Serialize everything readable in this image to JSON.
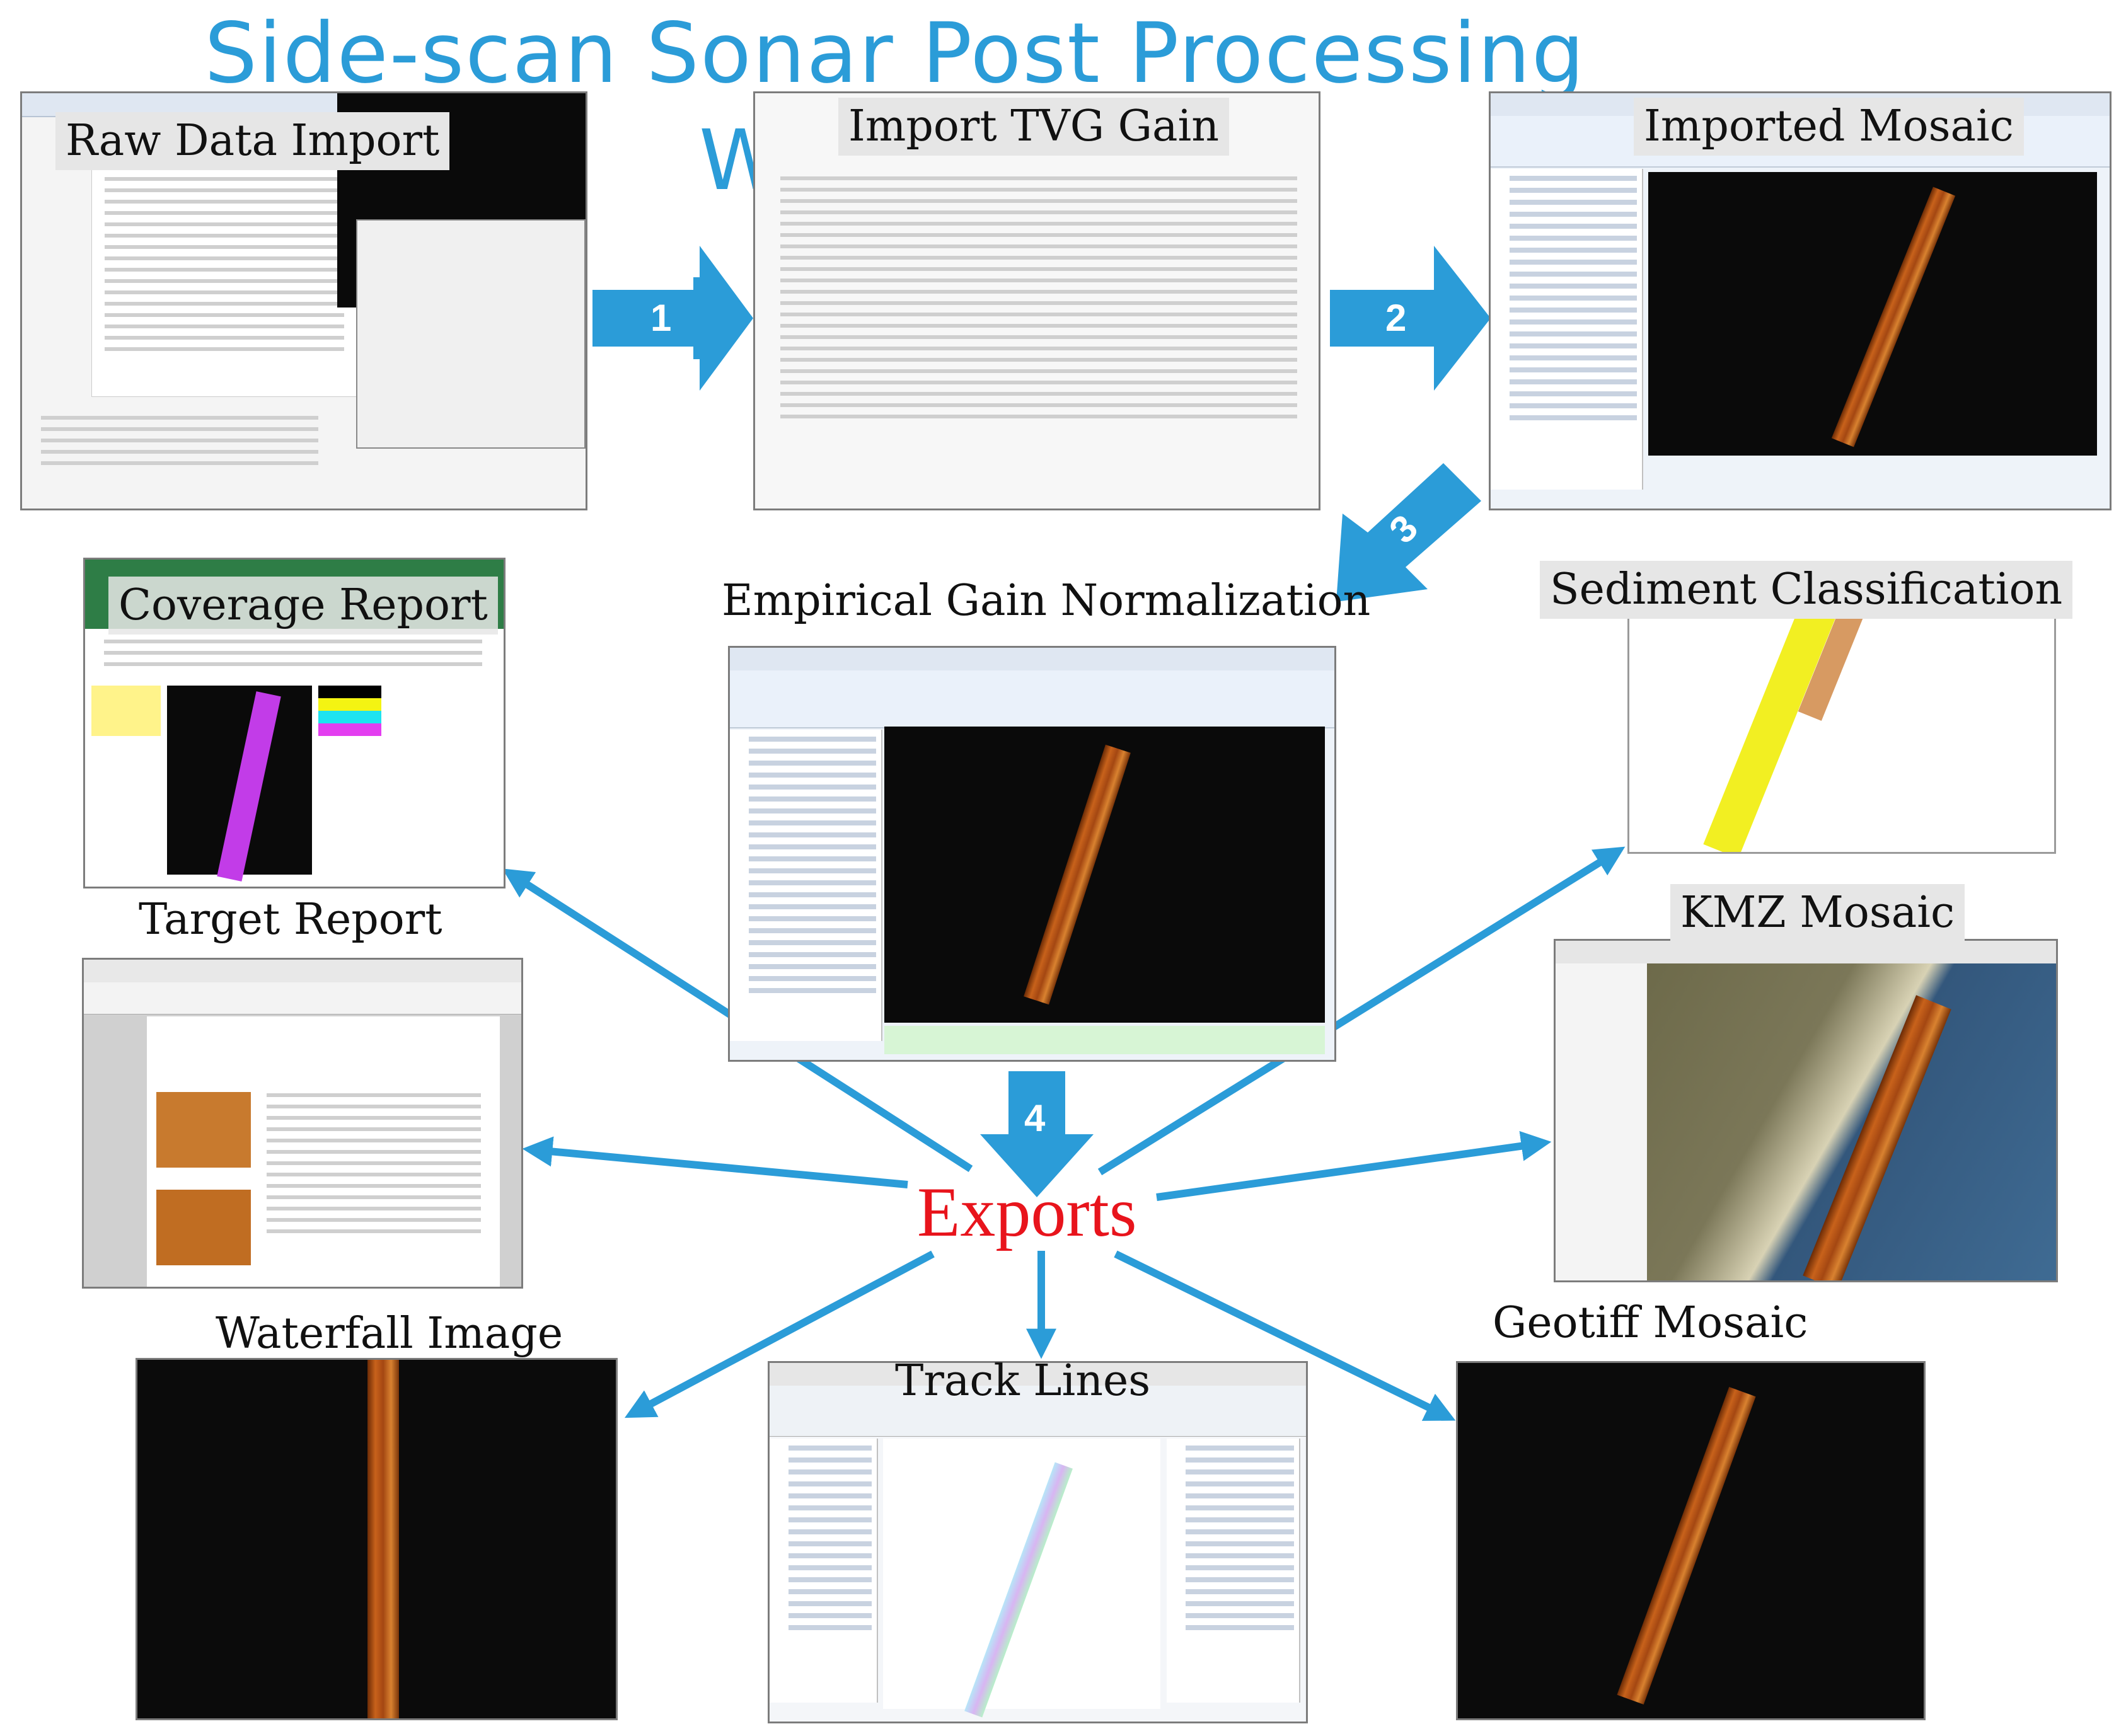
{
  "title": "Side-scan Sonar Post Processing Workflow",
  "steps": [
    "1",
    "2",
    "3",
    "4"
  ],
  "panels": {
    "raw_data_import": "Raw Data Import",
    "import_tvg_gain": "Import TVG Gain",
    "imported_mosaic": "Imported Mosaic",
    "empirical_gain_normalization": "Empirical Gain Normalization",
    "coverage_report": "Coverage Report",
    "sediment_classification": "Sediment Classification",
    "target_report": "Target Report",
    "kmz_mosaic": "KMZ Mosaic",
    "waterfall_image": "Waterfall Image",
    "track_lines": "Track Lines",
    "geotiff_mosaic": "Geotiff Mosaic"
  },
  "exports": "Exports",
  "colors": {
    "title": "#2b9cd8",
    "arrow": "#2b9cd8",
    "exports": "#e8141c"
  }
}
